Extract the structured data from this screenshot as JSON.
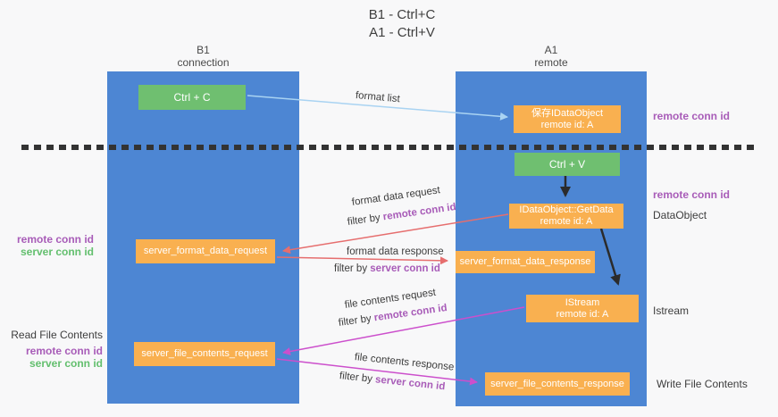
{
  "title": {
    "line1": "B1 - Ctrl+C",
    "line2": "A1 - Ctrl+V"
  },
  "columns": {
    "left": {
      "name": "B1",
      "role": "connection"
    },
    "right": {
      "name": "A1",
      "role": "remote"
    }
  },
  "nodes": {
    "ctrl_c": {
      "label": "Ctrl + C"
    },
    "save_obj": {
      "line1": "保存IDataObject",
      "line2": "remote id: A"
    },
    "ctrl_v": {
      "label": "Ctrl + V"
    },
    "getdata": {
      "line1": "IDataObject::GetData",
      "line2": "remote id: A"
    },
    "fmt_req": {
      "label": "server_format_data_request"
    },
    "fmt_resp": {
      "label": "server_format_data_response"
    },
    "istream": {
      "line1": "IStream",
      "line2": "remote id: A"
    },
    "file_req": {
      "label": "server_file_contents_request"
    },
    "file_resp": {
      "label": "server_file_contents_response"
    }
  },
  "edges": {
    "format_list": {
      "label": "format list"
    },
    "fmt_req": {
      "label": "format data request",
      "filter_prefix": "filter by",
      "filter_key": "remote conn id"
    },
    "fmt_resp": {
      "label": "format data response",
      "filter_prefix": "filter by",
      "filter_key": "server conn id"
    },
    "file_req": {
      "label": "file contents request",
      "filter_prefix": "filter by",
      "filter_key": "remote conn id"
    },
    "file_resp": {
      "label": "file contents response",
      "filter_prefix": "filter by",
      "filter_key": "server conn id"
    }
  },
  "annotations": {
    "right_remote_top": "remote conn id",
    "right_remote_mid": "remote conn id",
    "dataobject": "DataObject",
    "istream": "Istream",
    "write_file_contents": "Write File Contents",
    "left_mid": {
      "remote": "remote conn id",
      "server": "server conn id"
    },
    "left_bottom": {
      "title": "Read File Contents",
      "remote": "remote conn id",
      "server": "server conn id"
    }
  },
  "colors": {
    "column_blue": "#4d86d3",
    "box_green": "#6fbf70",
    "box_orange": "#f9b050",
    "arrow_lightblue": "#a9d3f2",
    "arrow_red": "#e66e6e",
    "arrow_magenta": "#cc4fcc",
    "arrow_black": "#2b2b2b",
    "text_purple": "#a85cb8",
    "text_green": "#63bf6e"
  }
}
